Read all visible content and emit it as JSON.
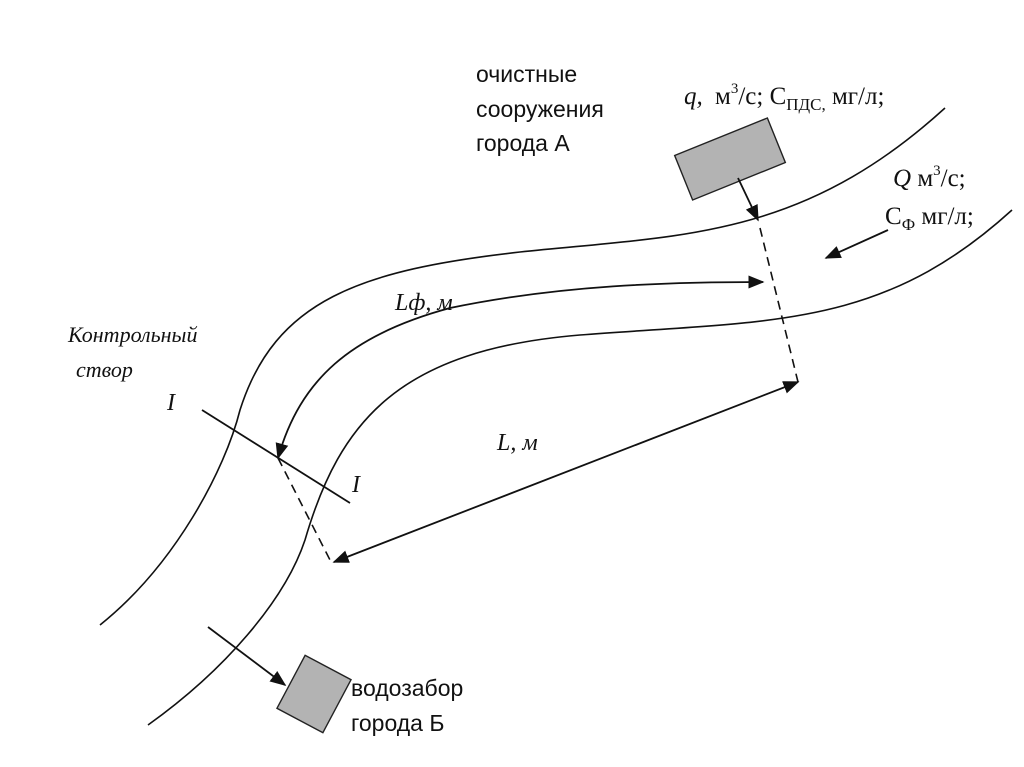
{
  "labels": {
    "treatment_plant": [
      "очистные",
      "сооружения",
      "города А"
    ],
    "discharge_q": "q,",
    "discharge_units": "м",
    "discharge_exp": "3",
    "discharge_units2": "/с; С",
    "discharge_sub": "ПДС,",
    "discharge_conc": " мг/л;",
    "river_Q": "Q",
    "river_Q_units": " м",
    "river_Q_exp": "3",
    "river_Q_units2": "/с;",
    "river_C": "С",
    "river_C_sub": "Ф",
    "river_C_units": " мг/л;",
    "control_section": [
      "Контрольный",
      "створ"
    ],
    "section_mark_1": "I",
    "section_mark_2": "I",
    "distance_fairway": "Lф, м",
    "distance_straight": "L, м",
    "water_intake": [
      "водозабор",
      "города Б"
    ]
  }
}
